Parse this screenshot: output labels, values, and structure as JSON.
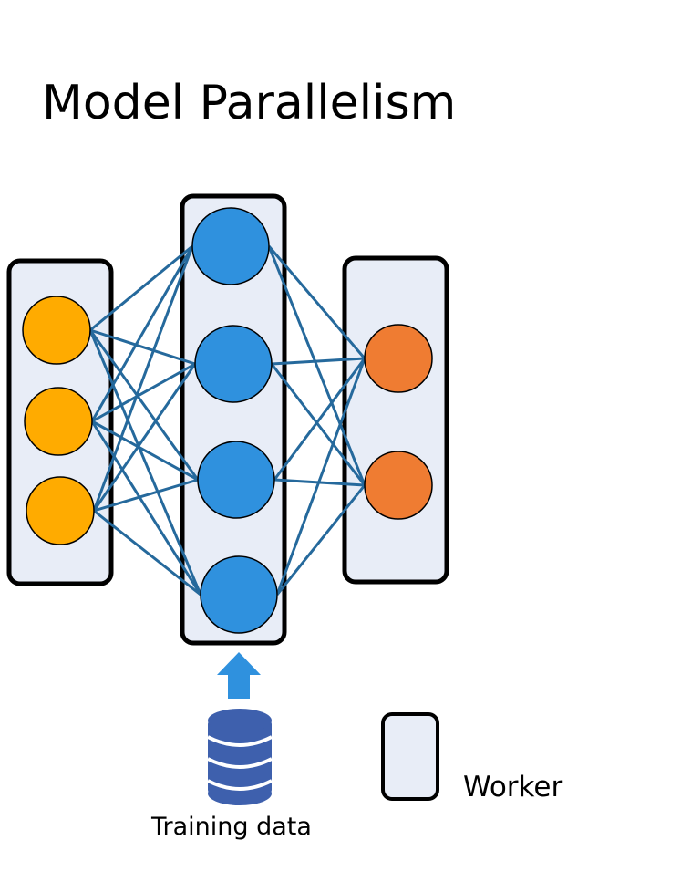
{
  "title": "Model Parallelism",
  "colors": {
    "worker_fill": "#e8edf7",
    "worker_stroke": "#000000",
    "input_node": "#ffab00",
    "hidden_node": "#2f91de",
    "output_node": "#ef7c32",
    "edge": "#25699c",
    "arrow": "#2f91de",
    "database": "#3e60ad"
  },
  "network": {
    "layers": [
      {
        "name": "input",
        "nodes": 3
      },
      {
        "name": "hidden",
        "nodes": 4
      },
      {
        "name": "output",
        "nodes": 2
      }
    ],
    "connectivity": "fully-connected"
  },
  "icons": {
    "arrow": "up-arrow-icon",
    "database": "database-icon"
  },
  "training_data_label": "Training data",
  "legend": {
    "label": "Worker"
  }
}
